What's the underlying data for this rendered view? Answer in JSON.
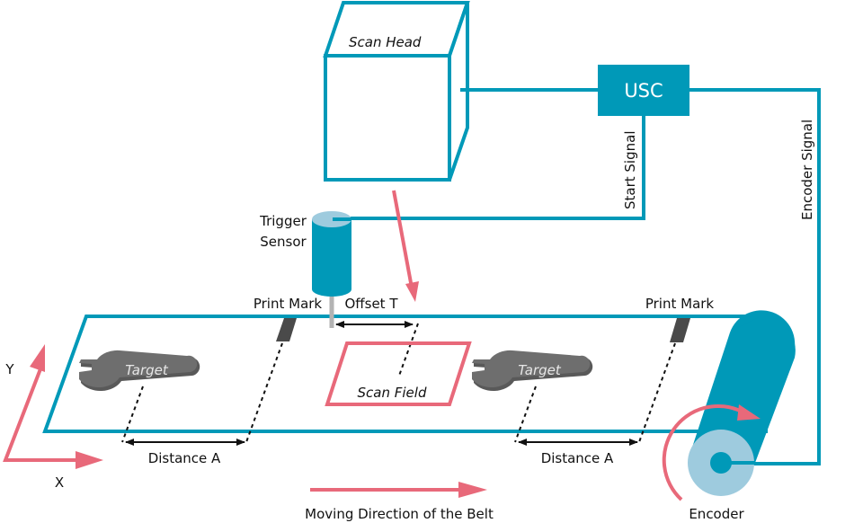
{
  "colors": {
    "teal": "#0099b8",
    "light_teal": "#9ecbde",
    "pink": "#e8697a",
    "dark_gray": "#4a4a4a",
    "wrench_gray": "#6b6b6b"
  },
  "labels": {
    "scan_head": "Scan Head",
    "usc": "USC",
    "start_signal": "Start Signal",
    "encoder_signal": "Encoder Signal",
    "trigger_sensor_line1": "Trigger",
    "trigger_sensor_line2": "Sensor",
    "print_mark_left": "Print Mark",
    "print_mark_right": "Print Mark",
    "offset_t": "Offset T",
    "target_left": "Target",
    "target_right": "Target",
    "scan_field": "Scan Field",
    "distance_a_left": "Distance A",
    "distance_a_right": "Distance A",
    "axis_y": "Y",
    "axis_x": "X",
    "moving_direction": "Moving Direction of the Belt",
    "encoder": "Encoder"
  }
}
